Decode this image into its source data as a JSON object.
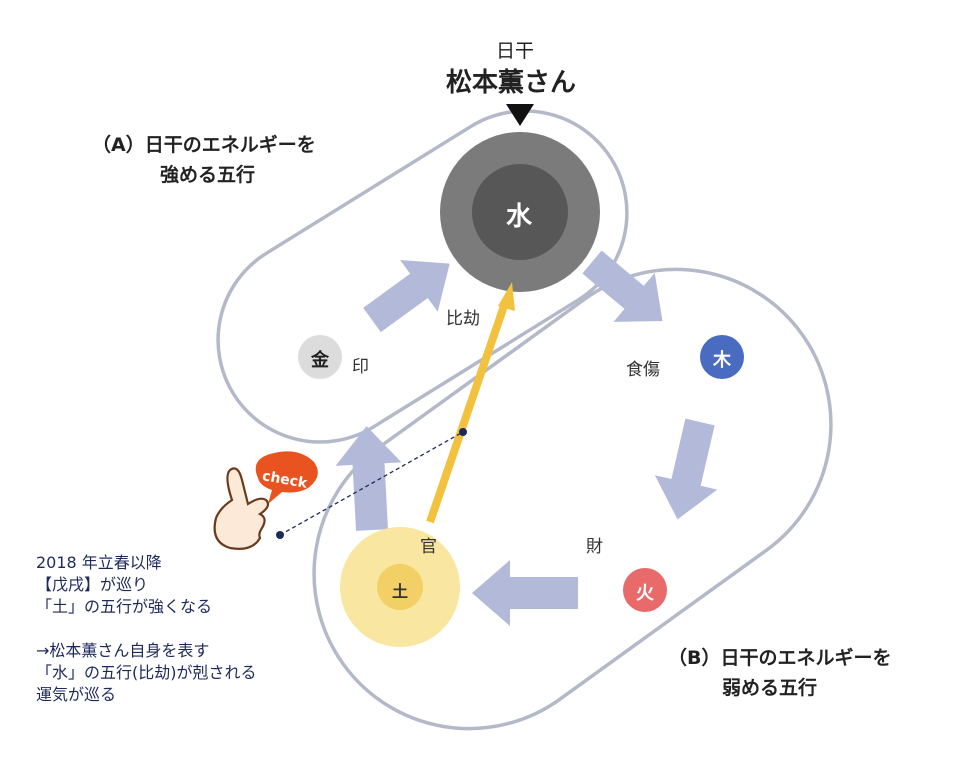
{
  "header": {
    "subtitle": "日干",
    "name": "松本薫さん"
  },
  "group_a": {
    "line1": "（A）日干のエネルギーを",
    "line2": "強める五行"
  },
  "group_b": {
    "line1": "（B）日干のエネルギーを",
    "line2": "弱める五行"
  },
  "elements": {
    "water": {
      "label": "水",
      "color": "#7b7b7b",
      "inner": "#575757"
    },
    "wood": {
      "label": "木",
      "color": "#4a6cc0"
    },
    "fire": {
      "label": "火",
      "color": "#e86a6a"
    },
    "earth": {
      "label": "土",
      "color": "#f9e7a1",
      "inner": "#f3d066"
    },
    "metal": {
      "label": "金",
      "color": "#dcdcdc"
    }
  },
  "relations": {
    "in": "印",
    "hikou": "比劫",
    "shokusho": "食傷",
    "zai": "財",
    "kan": "官"
  },
  "check": {
    "label": "check",
    "color": "#e8531f"
  },
  "note": {
    "lines": [
      "2018 年立春以降",
      "【戊戌】が巡り",
      "「土」の五行が強くなる",
      "",
      "→松本薫さん自身を表す",
      "「水」の五行(比劫)が剋される",
      "運気が巡る"
    ]
  },
  "colors": {
    "arrow": "#b3bad9",
    "outline": "#b4b9c9",
    "yellow": "#f2c13e",
    "navy": "#1e2a5a"
  }
}
